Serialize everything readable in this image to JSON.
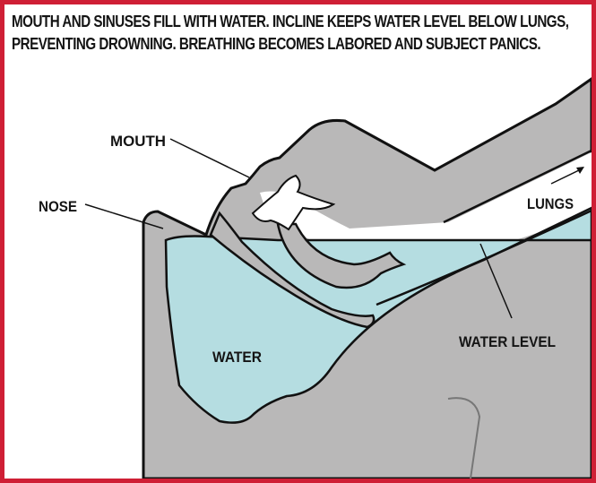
{
  "caption": "MOUTH AND SINUSES FILL WITH WATER. INCLINE KEEPS WATER LEVEL BELOW LUNGS, PREVENTING DROWNING. BREATHING BECOMES LABORED AND SUBJECT PANICS.",
  "labels": {
    "mouth": "MOUTH",
    "nose": "NOSE",
    "lungs": "LUNGS",
    "water": "WATER",
    "water_level": "WATER LEVEL"
  },
  "colors": {
    "border": "#cf1f35",
    "body_gray": "#b9b8b8",
    "water_blue": "#b5dde1",
    "outline": "#111111"
  }
}
